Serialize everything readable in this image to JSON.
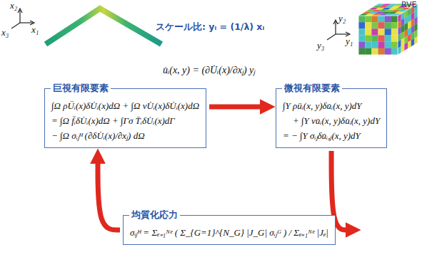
{
  "diagram": {
    "nodes": [
      {
        "text": [
          "巨視有限要素",
          "∫Ω ρÜᵢ(x)δU̇ᵢ(x)dΩ + ∫Ω νU̇ᵢ(x)δU̇ᵢ(x)dΩ",
          "= ∫Ω f̄ᵢδU̇ᵢ(x)dΩ + ∫Γσ T̄ᵢδU̇ᵢ(x)dΓ",
          "− ∫Ω σᵢⱼᴴ (∂δU̇ᵢ(x)/∂xⱼ) dΩ"
        ]
      },
      {
        "text": [
          "微視有限要素",
          "∫Y ρüᵢ(x, y)δu̇ᵢ(x, y)dY",
          "+ ∫Y νu̇ᵢ(x, y)δu̇ᵢ(x, y)dY",
          "= − ∫Y σᵢⱼδu̇ᵢ,ⱼ(x, y)dY"
        ]
      },
      {
        "text": [
          "均質化応力",
          "σᵢⱼᴴ = Σₑ₌₁ᴺᵉ ( Σ_{G=1}^{N_G} |J_G| σᵢⱼᴳ ) / Σₑ₌₁ᴺᵉ |Jₑ|"
        ]
      }
    ],
    "edges": [
      {
        "from": 0,
        "to": 1,
        "arrow": "to"
      },
      {
        "from": 1,
        "to": 2,
        "arrow": "to"
      },
      {
        "from": 2,
        "to": 0,
        "arrow": "to"
      }
    ],
    "labels": [
      "x₂",
      "x₁",
      "x₃",
      "スケール比: yᵢ = (1/λ) xᵢ",
      "y₂",
      "y₁",
      "y₃",
      "RVE",
      "u̇ᵢ(x, y) = (∂U̇ᵢ(x)/∂xⱼ) yⱼ"
    ]
  }
}
